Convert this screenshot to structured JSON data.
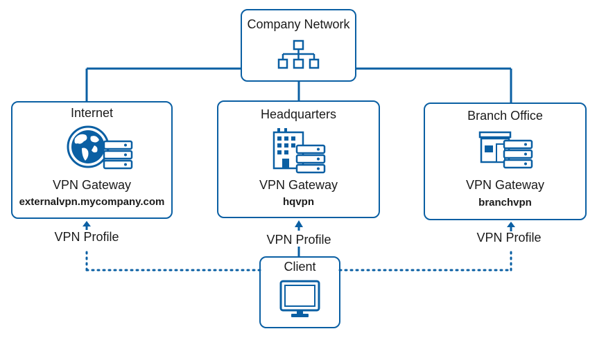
{
  "diagram": {
    "company_network": {
      "title": "Company Network",
      "icon": "network-hierarchy-icon"
    },
    "nodes": [
      {
        "id": "internet",
        "title": "Internet",
        "gateway_label": "VPN Gateway",
        "host": "externalvpn.mycompany.com",
        "icon": "globe-server-icon"
      },
      {
        "id": "headquarters",
        "title": "Headquarters",
        "gateway_label": "VPN Gateway",
        "host": "hqvpn",
        "icon": "office-building-server-icon"
      },
      {
        "id": "branch",
        "title": "Branch Office",
        "gateway_label": "VPN Gateway",
        "host": "branchvpn",
        "icon": "storefront-server-icon"
      }
    ],
    "client": {
      "title": "Client",
      "icon": "monitor-icon"
    },
    "profiles": [
      "VPN Profile",
      "VPN Profile",
      "VPN Profile"
    ],
    "colors": {
      "accent": "#0a5fa3",
      "text": "#1a1a1a",
      "background": "#ffffff"
    }
  }
}
